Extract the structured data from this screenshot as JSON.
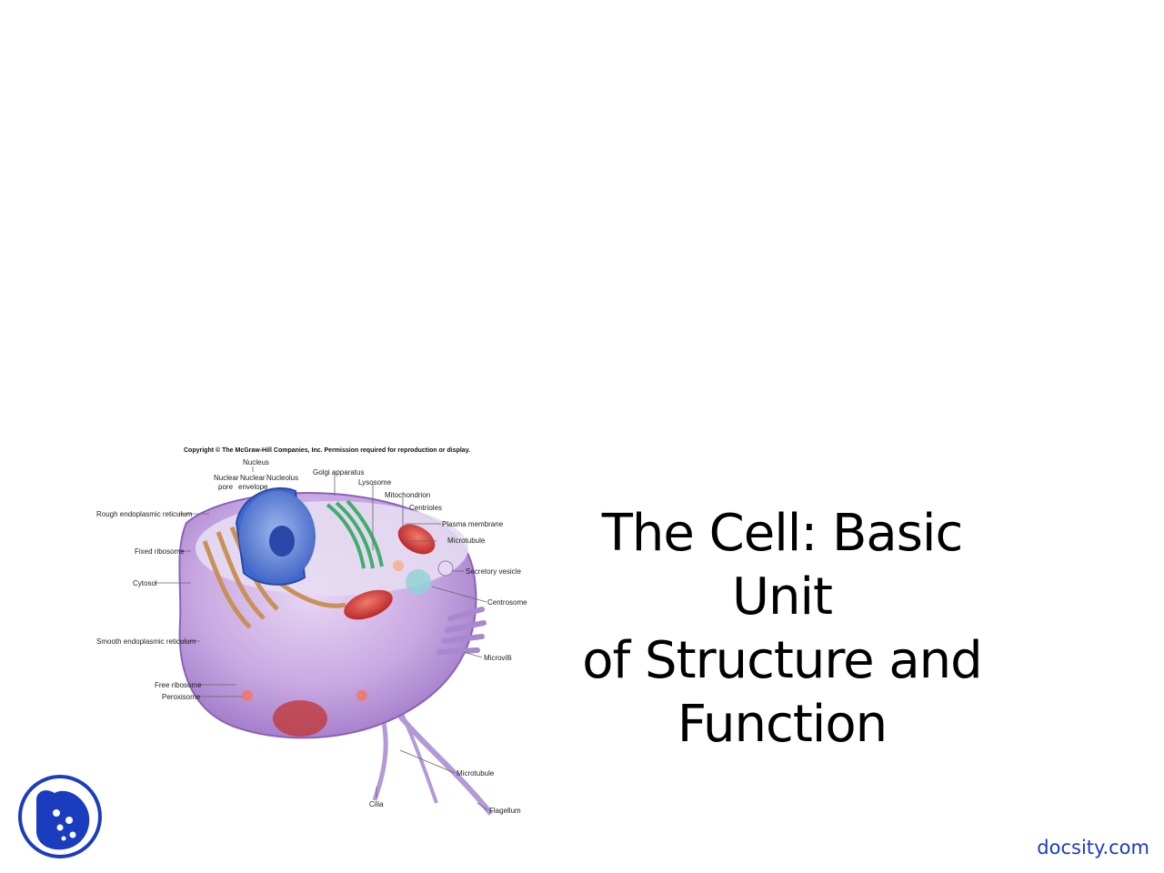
{
  "slide": {
    "title_lines": [
      "The Cell: Basic Unit",
      "of Structure and",
      "Function"
    ]
  },
  "figure": {
    "copyright": "Copyright © The McGraw-Hill Companies, Inc. Permission required for reproduction or display.",
    "labels": {
      "nucleus": "Nucleus",
      "nuclear_pore_1": "Nuclear",
      "nuclear_pore_2": "pore",
      "nuclear_envelope_1": "Nuclear",
      "nuclear_envelope_2": "envelope",
      "nucleolus": "Nucleolus",
      "golgi": "Golgi apparatus",
      "lysosome": "Lysosome",
      "mitochondrion": "Mitochondrion",
      "centrioles": "Centrioles",
      "plasma_membrane": "Plasma membrane",
      "microtubule_top": "Microtubule",
      "secretory_vesicle": "Secretory vesicle",
      "centrosome": "Centrosome",
      "microvilli": "Microvilli",
      "microtubule_bottom": "Microtubule",
      "flagellum": "Flagellum",
      "cilia": "Cilia",
      "rough_er": "Rough endoplasmic reticulum",
      "fixed_ribosome": "Fixed ribosome",
      "cytosol": "Cytosol",
      "smooth_er": "Smooth endoplasmic reticulum",
      "free_ribosome": "Free ribosome",
      "peroxisome": "Peroxisome"
    }
  },
  "brand": {
    "text": "docsity.com",
    "color": "#1a3cbf"
  }
}
